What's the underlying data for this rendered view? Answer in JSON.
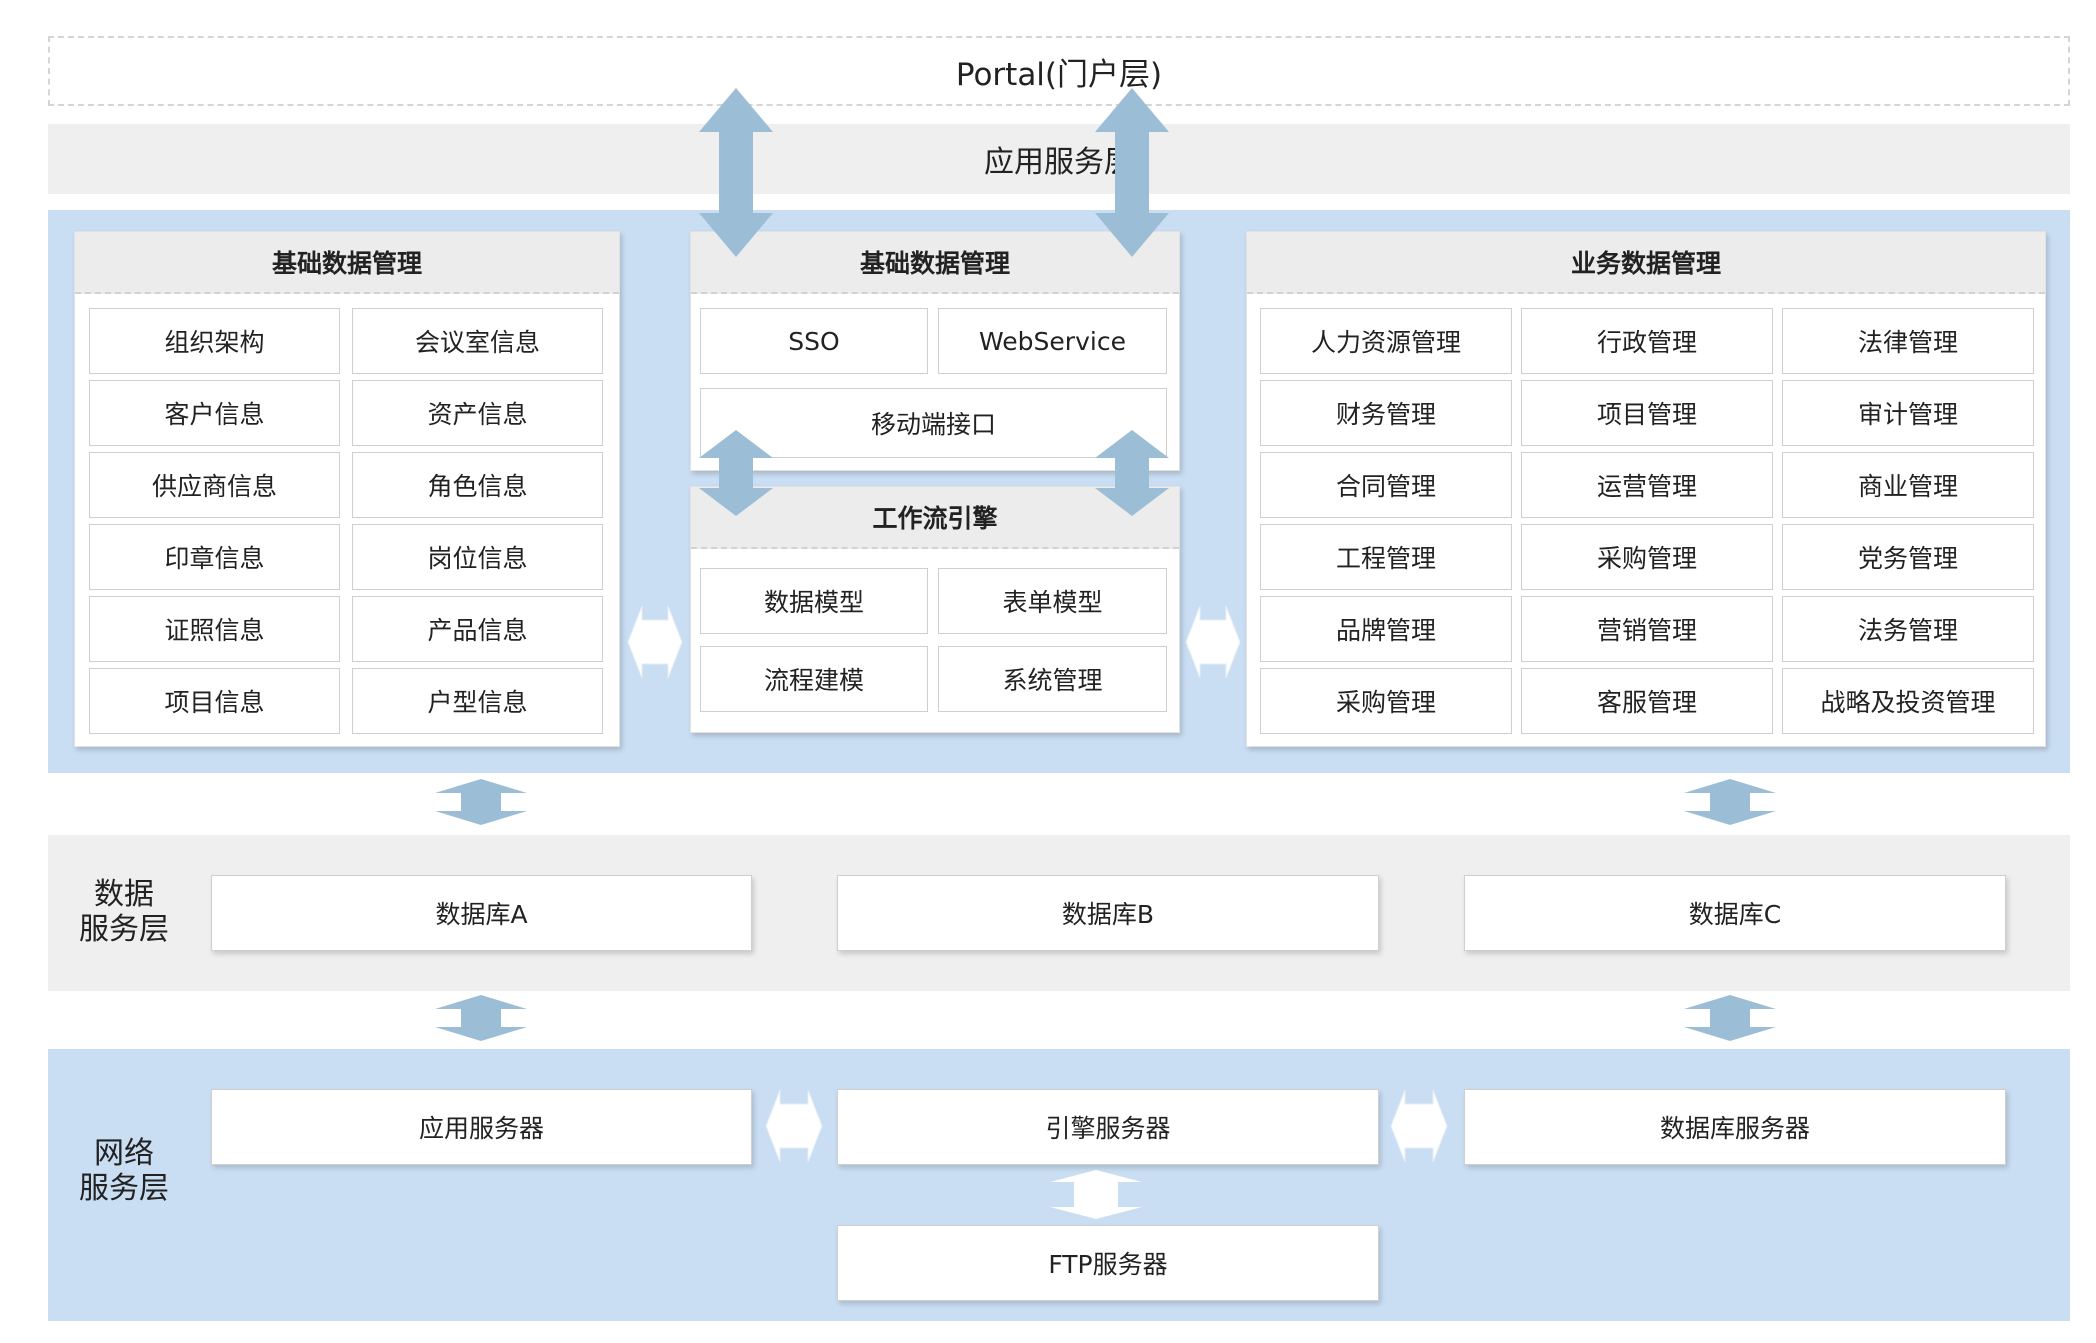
{
  "layers": {
    "portal": "Portal(门户层)",
    "app_service": "应用服务层",
    "data_service": [
      "数据",
      "服务层"
    ],
    "network_service": [
      "网络",
      "服务层"
    ]
  },
  "panels": {
    "left": {
      "title": "基础数据管理",
      "cells": [
        "组织架构",
        "会议室信息",
        "客户信息",
        "资产信息",
        "供应商信息",
        "角色信息",
        "印章信息",
        "岗位信息",
        "证照信息",
        "产品信息",
        "项目信息",
        "户型信息"
      ]
    },
    "middle_top": {
      "title": "基础数据管理",
      "cells": [
        "SSO",
        "WebService",
        "移动端接口"
      ]
    },
    "middle_bottom": {
      "title": "工作流引擎",
      "cells": [
        "数据模型",
        "表单模型",
        "流程建模",
        "系统管理"
      ]
    },
    "right": {
      "title": "业务数据管理",
      "cells": [
        "人力资源管理",
        "行政管理",
        "法律管理",
        "财务管理",
        "项目管理",
        "审计管理",
        "合同管理",
        "运营管理",
        "商业管理",
        "工程管理",
        "采购管理",
        "党务管理",
        "品牌管理",
        "营销管理",
        "法务管理",
        "采购管理",
        "客服管理",
        "战略及投资管理"
      ]
    }
  },
  "databases": [
    "数据库A",
    "数据库B",
    "数据库C"
  ],
  "servers": [
    "应用服务器",
    "引擎服务器",
    "数据库服务器",
    "FTP服务器"
  ],
  "colors": {
    "arrow": "#9bbdd6",
    "light_arrow": "#ffffff",
    "blue_band": "#cadef3",
    "gray_band": "#efefef"
  }
}
